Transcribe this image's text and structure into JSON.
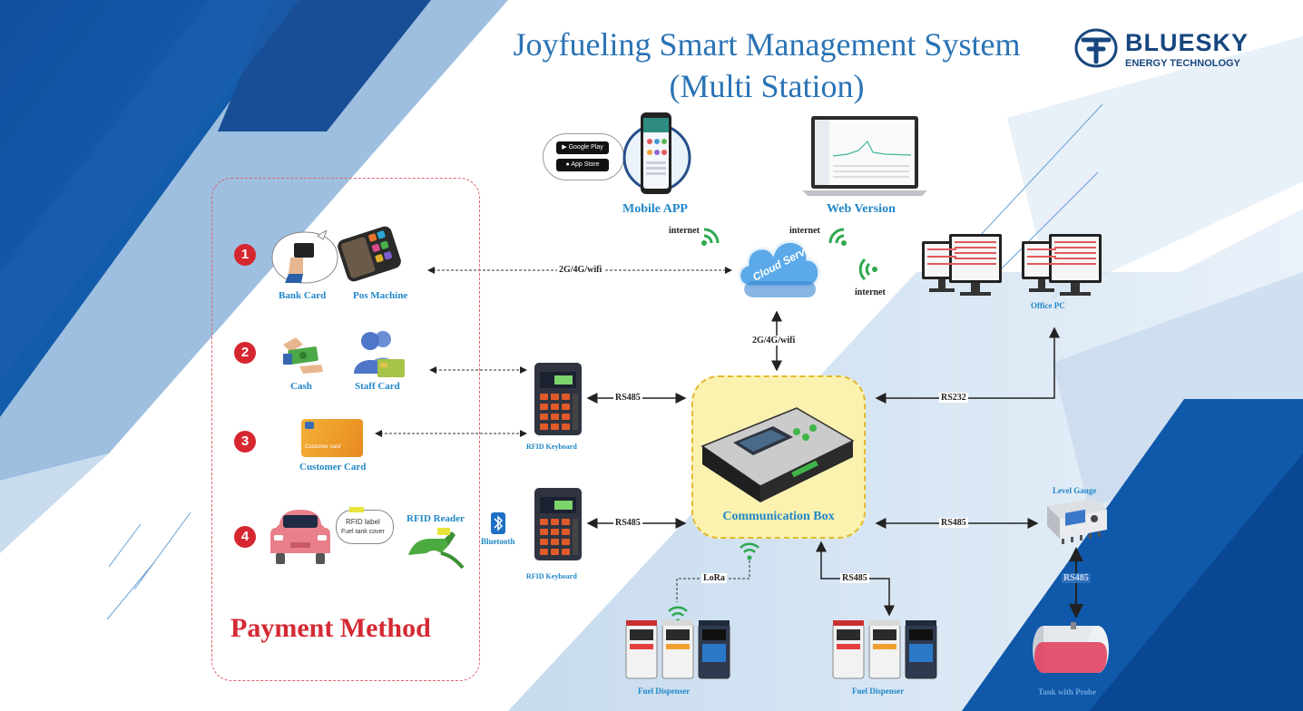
{
  "title": {
    "line1": "Joyfueling Smart Management System",
    "line2": "(Multi Station)"
  },
  "brand": {
    "name": "BLUESKY",
    "sub": "ENERGY TECHNOLOGY"
  },
  "store_badges": {
    "google": "Google Play",
    "apple": "App Store"
  },
  "nodes": {
    "mobile_app": "Mobile APP",
    "web_version": "Web Version",
    "cloud_server": "Cloud Server",
    "office_pc": "Office PC",
    "bank_card": "Bank Card",
    "pos_machine": "Pos Machine",
    "cash": "Cash",
    "staff_card": "Staff Card",
    "customer_card": "Customer Card",
    "rfid_keyboard_1": "RFID Keyboard",
    "rfid_keyboard_2": "RFID Keyboard",
    "rfid_reader": "RFID Reader",
    "bluetooth": "Bluetooth",
    "communication_box": "Communication Box",
    "level_gauge": "Level Gauge",
    "tank": "Tank with Probe",
    "fuel_dispenser_1": "Fuel Dispenser",
    "fuel_dispenser_2": "Fuel Dispenser"
  },
  "bubble": {
    "line1": "RFID label",
    "line2": "Fuel tank cover"
  },
  "customer_card_text": "Customer card",
  "links": {
    "internet_mobile": "internet",
    "internet_web": "internet",
    "internet_pc": "internet",
    "pos_cloud": "2G/4G/wifi",
    "box_cloud": "2G/4G/wifi",
    "kb1_box": "RS485",
    "kb2_box": "RS485",
    "box_pc": "RS232",
    "box_gauge": "RS485",
    "box_dispenser": "RS485",
    "lora": "LoRa",
    "gauge_tank": "RS485"
  },
  "payment": {
    "title": "Payment Method",
    "steps": [
      "1",
      "2",
      "3",
      "4"
    ]
  },
  "icons": {
    "wifi": "wifi-signal-icon",
    "bluetooth": "bluetooth-icon"
  },
  "colors": {
    "accent": "#1f87c8",
    "title": "#2a73b5",
    "payment": "#d42a33",
    "brand": "#17467f",
    "wifi": "#2fa84f"
  }
}
